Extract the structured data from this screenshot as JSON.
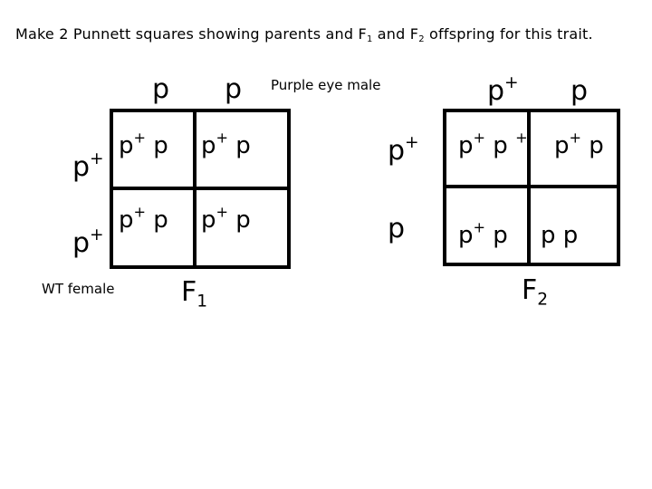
{
  "instructions": {
    "part1": "Make 2 Punnett squares showing parents and F",
    "sub1": "1",
    "part2": " and F",
    "sub2": "2",
    "part3": " offspring for this trait."
  },
  "labels": {
    "purple_eye_male": "Purple eye male",
    "wt_female": "WT female"
  },
  "f1_square": {
    "top_headers": [
      "p",
      "p"
    ],
    "left_headers": [
      {
        "base": "p",
        "sup": "+"
      },
      {
        "base": "p",
        "sup": "+"
      }
    ],
    "cells": [
      [
        {
          "a": "p",
          "a_sup": "+",
          "b": "p",
          "b_sup": ""
        },
        {
          "a": "p",
          "a_sup": "+",
          "b": "p",
          "b_sup": ""
        }
      ],
      [
        {
          "a": "p",
          "a_sup": "+",
          "b": "p",
          "b_sup": ""
        },
        {
          "a": "p",
          "a_sup": "+",
          "b": "p",
          "b_sup": ""
        }
      ]
    ],
    "label": {
      "base": "F",
      "sub": "1"
    }
  },
  "f2_square": {
    "top_headers": [
      {
        "base": "p",
        "sup": "+"
      },
      {
        "base": "p",
        "sup": ""
      }
    ],
    "left_headers": [
      {
        "base": "p",
        "sup": "+"
      },
      {
        "base": "p",
        "sup": ""
      }
    ],
    "cells": [
      [
        {
          "a": "p",
          "a_sup": "+",
          "b": "p",
          "b_sup": "+"
        },
        {
          "a": "p",
          "a_sup": "+",
          "b": "p",
          "b_sup": ""
        }
      ],
      [
        {
          "a": "p",
          "a_sup": "+",
          "b": "p",
          "b_sup": ""
        },
        {
          "a": "p",
          "a_sup": "",
          "b": "p",
          "b_sup": ""
        }
      ]
    ],
    "label": {
      "base": "F",
      "sub": "2"
    }
  }
}
